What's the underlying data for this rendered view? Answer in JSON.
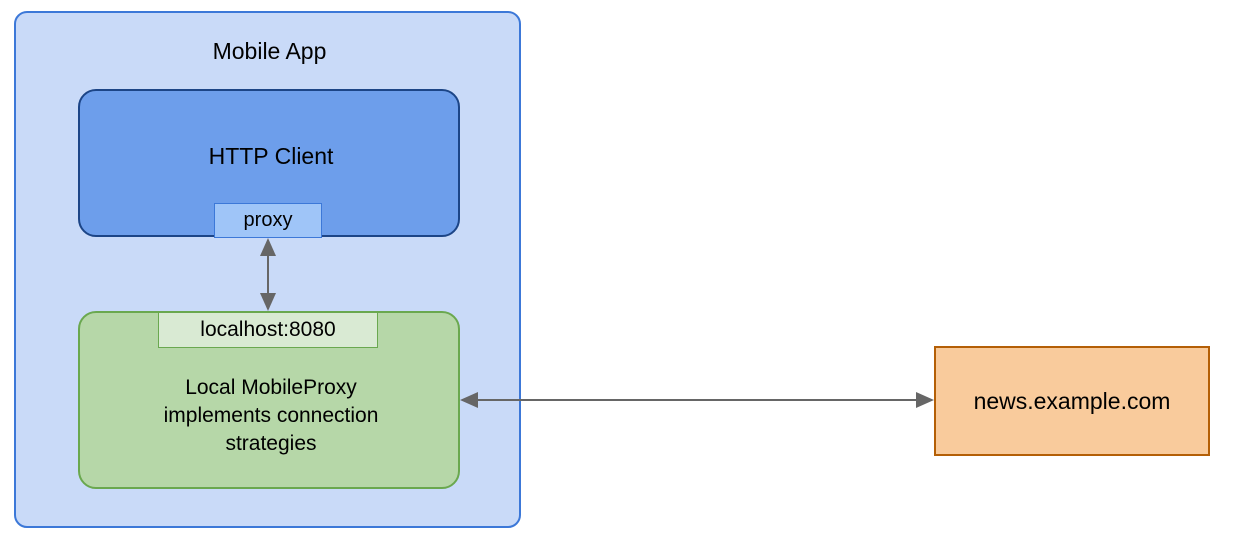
{
  "diagram": {
    "title": "Mobile App",
    "container": {
      "name": "Mobile App",
      "fill": "#c9daf8",
      "stroke": "#3c78d8"
    },
    "nodes": {
      "http_client": {
        "label": "HTTP Client",
        "fill": "#6d9eeb",
        "stroke": "#1c4587"
      },
      "proxy_port": {
        "label": "proxy",
        "fill": "#9fc5f8",
        "stroke": "#3c78d8"
      },
      "local_proxy": {
        "label": "Local MobileProxy implements connection strategies",
        "line1": "Local MobileProxy",
        "line2": "implements connection",
        "line3": "strategies",
        "fill": "#b6d7a8",
        "stroke": "#6aa84f"
      },
      "localhost_port": {
        "label": "localhost:8080",
        "fill": "#d9ead3",
        "stroke": "#6aa84f"
      },
      "remote_server": {
        "label": "news.example.com",
        "fill": "#f9cb9c",
        "stroke": "#b45f06"
      }
    },
    "edges": [
      {
        "name": "proxy-to-localproxy-connector",
        "from": "proxy_port",
        "to": "localhost_port",
        "direction": "bidirectional",
        "orientation": "vertical",
        "stroke": "#666666"
      },
      {
        "name": "localproxy-to-remote-connector",
        "from": "local_proxy",
        "to": "remote_server",
        "direction": "bidirectional",
        "orientation": "horizontal",
        "stroke": "#666666"
      }
    ]
  }
}
